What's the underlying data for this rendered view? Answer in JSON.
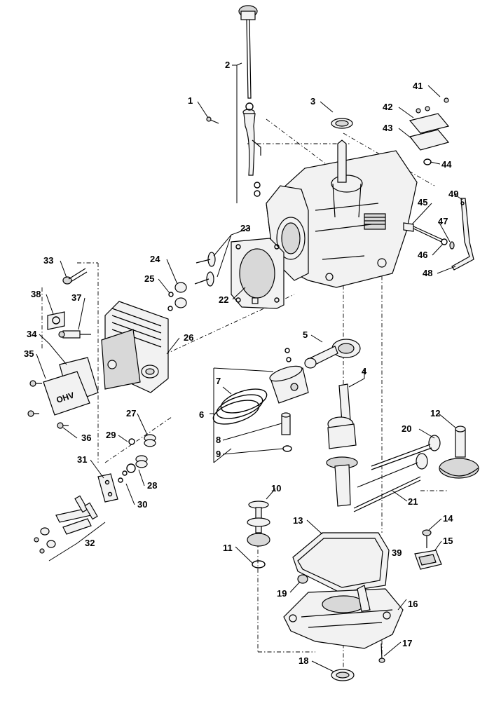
{
  "callouts": {
    "c1": "1",
    "c2": "2",
    "c3": "3",
    "c4": "4",
    "c5": "5",
    "c6": "6",
    "c7": "7",
    "c8": "8",
    "c9": "9",
    "c10": "10",
    "c11": "11",
    "c12": "12",
    "c13": "13",
    "c14": "14",
    "c15": "15",
    "c16": "16",
    "c17": "17",
    "c18": "18",
    "c19": "19",
    "c20": "20",
    "c21": "21",
    "c22": "22",
    "c23": "23",
    "c24": "24",
    "c25": "25",
    "c26": "26",
    "c27": "27",
    "c28": "28",
    "c29": "29",
    "c30": "30",
    "c31": "31",
    "c32": "32",
    "c33": "33",
    "c34": "34",
    "c35": "35",
    "c36": "36",
    "c37": "37",
    "c38": "38",
    "c39": "39",
    "c41": "41",
    "c42": "42",
    "c43": "43",
    "c44": "44",
    "c45": "45",
    "c46": "46",
    "c47": "47",
    "c48": "48",
    "c49": "49"
  },
  "valve_cover_text": "OHV"
}
